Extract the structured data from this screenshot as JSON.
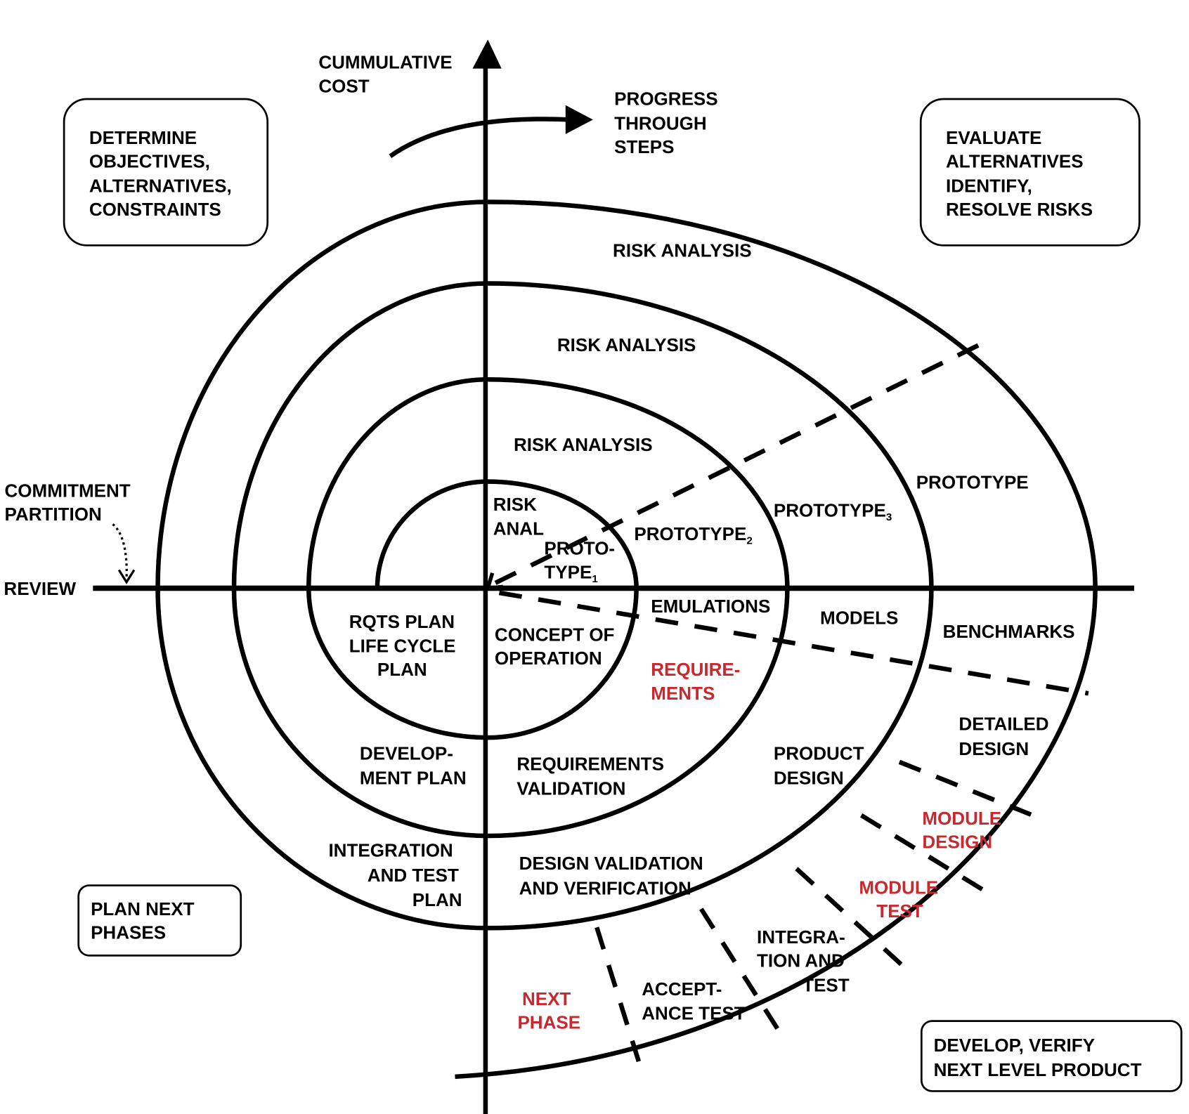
{
  "axes": {
    "vertical_label": [
      "CUMMULATIVE",
      "COST"
    ],
    "progress_label": [
      "PROGRESS",
      "THROUGH",
      "STEPS"
    ],
    "review_label": "REVIEW",
    "commitment_label": [
      "COMMITMENT",
      "PARTITION"
    ]
  },
  "quadrants": {
    "top_left": [
      "DETERMINE",
      "OBJECTIVES,",
      "ALTERNATIVES,",
      "CONSTRAINTS"
    ],
    "top_right": [
      "EVALUATE",
      "ALTERNATIVES",
      "IDENTIFY,",
      "RESOLVE RISKS"
    ],
    "bottom_left": [
      "PLAN NEXT",
      "PHASES"
    ],
    "bottom_right": [
      "DEVELOP, VERIFY",
      "NEXT LEVEL PRODUCT"
    ]
  },
  "risk": {
    "r1": [
      "RISK",
      "ANAL"
    ],
    "r2": "RISK ANALYSIS",
    "r3": "RISK ANALYSIS",
    "r4": "RISK ANALYSIS"
  },
  "prototypes": {
    "p1": [
      "PROTO-",
      "TYPE"
    ],
    "p1_sub": "1",
    "p2": "PROTOTYPE",
    "p2_sub": "2",
    "p3": "PROTOTYPE",
    "p3_sub": "3",
    "p4": "PROTOTYPE"
  },
  "models": {
    "emulations": "EMULATIONS",
    "models": "MODELS",
    "benchmarks": "BENCHMARKS"
  },
  "development": {
    "concept": [
      "CONCEPT OF",
      "OPERATION"
    ],
    "requirements": [
      "REQUIRE-",
      "MENTS"
    ],
    "req_validation": [
      "REQUIREMENTS",
      "VALIDATION"
    ],
    "product_design": [
      "PRODUCT",
      "DESIGN"
    ],
    "detailed_design": [
      "DETAILED",
      "DESIGN"
    ],
    "module_design": [
      "MODULE",
      "DESIGN"
    ],
    "module_test": [
      "MODULE",
      "TEST"
    ],
    "integration_test": [
      "INTEGRA-",
      "TION AND",
      "TEST"
    ],
    "acceptance_test": [
      "ACCEPT-",
      "ANCE TEST"
    ],
    "next_phase": [
      "NEXT",
      "PHASE"
    ],
    "design_validation": [
      "DESIGN VALIDATION",
      "AND VERIFICATION"
    ]
  },
  "planning": {
    "rqts_plan": [
      "RQTS PLAN",
      "LIFE CYCLE",
      "PLAN"
    ],
    "dev_plan": [
      "DEVELOP-",
      "MENT PLAN"
    ],
    "integration_plan": [
      "INTEGRATION",
      "AND TEST",
      "PLAN"
    ]
  },
  "colors": {
    "highlight": "#c8282e",
    "line": "#000000"
  }
}
